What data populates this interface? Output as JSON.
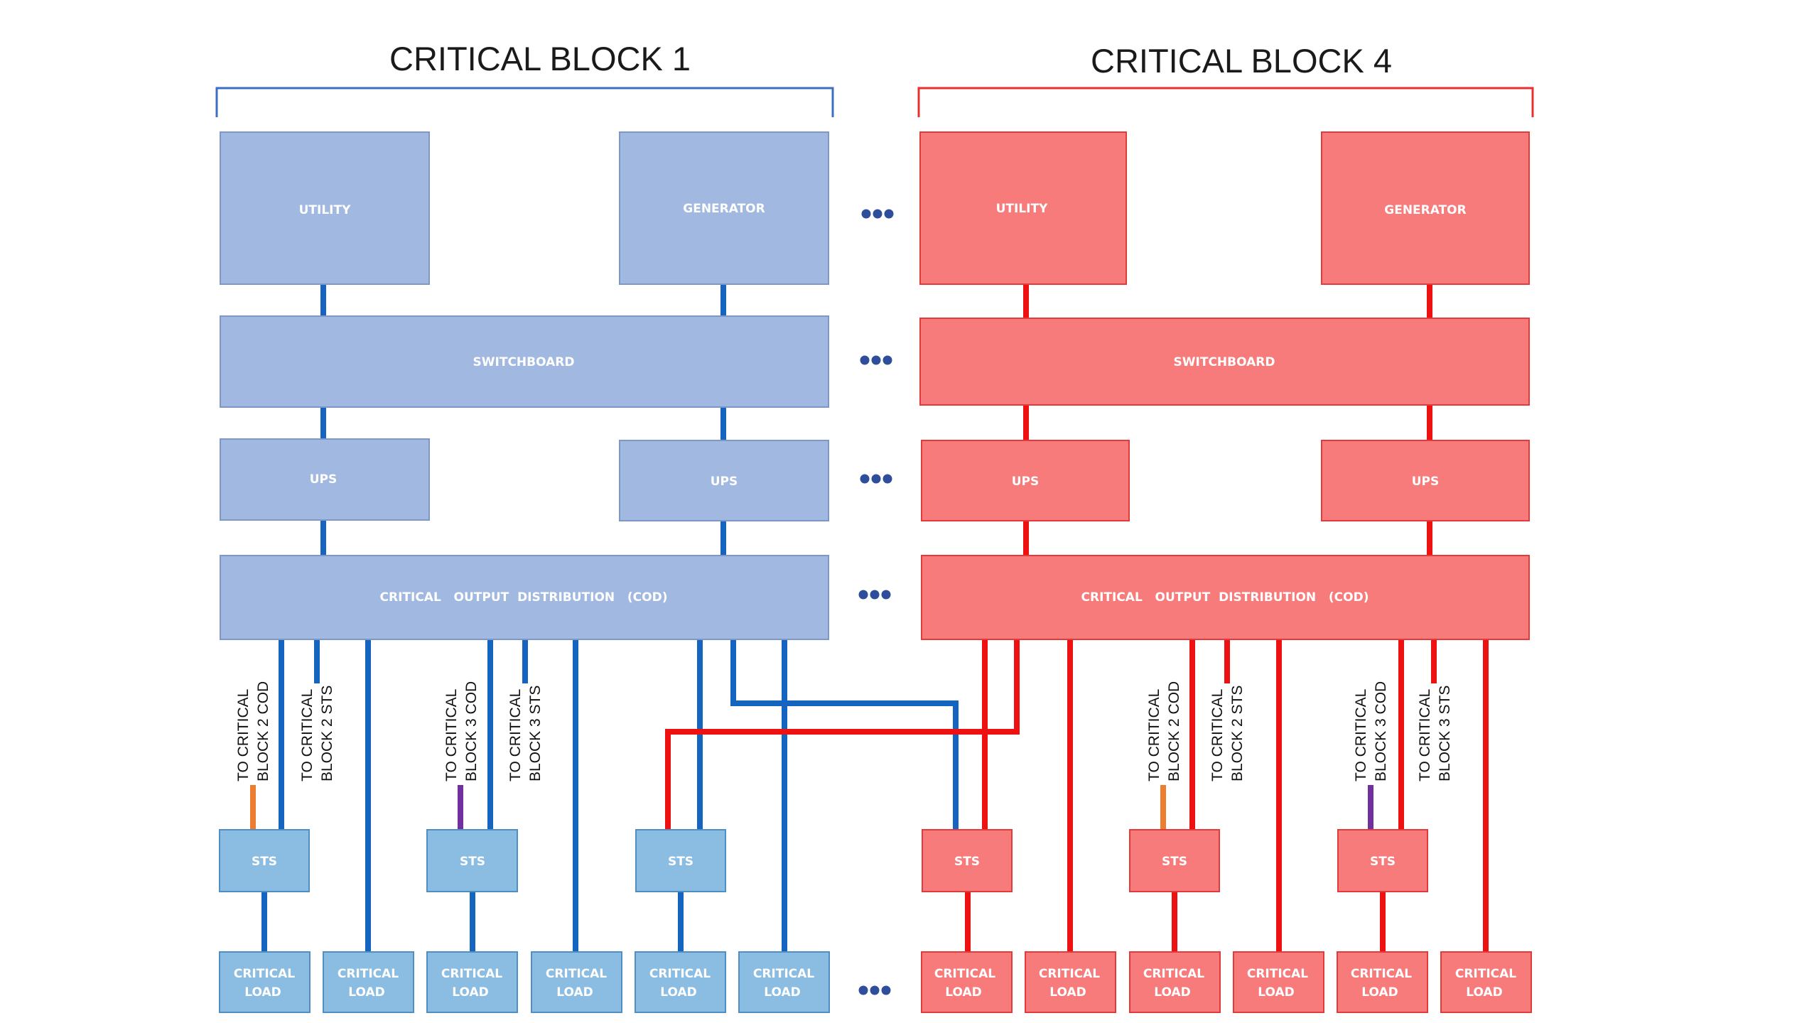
{
  "colors": {
    "blue_box_fill": "#a1b8e0",
    "blue_box_stroke": "#7e97c6",
    "blue_small_fill": "#8bbde3",
    "blue_small_stroke": "#4f8fc4",
    "blue_line": "#1565c0",
    "red_box_fill": "#f77b7b",
    "red_box_stroke": "#e03c3c",
    "red_line": "#ee1111",
    "orange_line": "#ed7d31",
    "purple_line": "#7030a0",
    "dots": "#2e4d9a"
  },
  "block1": {
    "title": "CRITICAL BLOCK 1",
    "utility": "UTILITY",
    "generator": "GENERATOR",
    "switchboard": "SWITCHBOARD",
    "ups_left": "UPS",
    "ups_right": "UPS",
    "cod": "CRITICAL   OUTPUT  DISTRIBUTION   (COD)",
    "sts": [
      "STS",
      "STS",
      "STS"
    ],
    "feeds": {
      "cod2": [
        "TO CRITICAL",
        "BLOCK 2 COD"
      ],
      "sts2": [
        "TO CRITICAL",
        "BLOCK 2 STS"
      ],
      "cod3": [
        "TO CRITICAL",
        "BLOCK 3 COD"
      ],
      "sts3": [
        "TO CRITICAL",
        "BLOCK 3 STS"
      ]
    },
    "loads": [
      [
        "CRITICAL",
        "LOAD"
      ],
      [
        "CRITICAL",
        "LOAD"
      ],
      [
        "CRITICAL",
        "LOAD"
      ],
      [
        "CRITICAL",
        "LOAD"
      ],
      [
        "CRITICAL",
        "LOAD"
      ],
      [
        "CRITICAL",
        "LOAD"
      ]
    ]
  },
  "block4": {
    "title": "CRITICAL BLOCK 4",
    "utility": "UTILITY",
    "generator": "GENERATOR",
    "switchboard": "SWITCHBOARD",
    "ups_left": "UPS",
    "ups_right": "UPS",
    "cod": "CRITICAL   OUTPUT  DISTRIBUTION   (COD)",
    "sts": [
      "STS",
      "STS",
      "STS"
    ],
    "feeds": {
      "cod2": [
        "TO CRITICAL",
        "BLOCK 2 COD"
      ],
      "sts2": [
        "TO CRITICAL",
        "BLOCK 2 STS"
      ],
      "cod3": [
        "TO CRITICAL",
        "BLOCK 3 COD"
      ],
      "sts3": [
        "TO CRITICAL",
        "BLOCK 3 STS"
      ]
    },
    "loads": [
      [
        "CRITICAL",
        "LOAD"
      ],
      [
        "CRITICAL",
        "LOAD"
      ],
      [
        "CRITICAL",
        "LOAD"
      ],
      [
        "CRITICAL",
        "LOAD"
      ],
      [
        "CRITICAL",
        "LOAD"
      ],
      [
        "CRITICAL",
        "LOAD"
      ]
    ]
  }
}
